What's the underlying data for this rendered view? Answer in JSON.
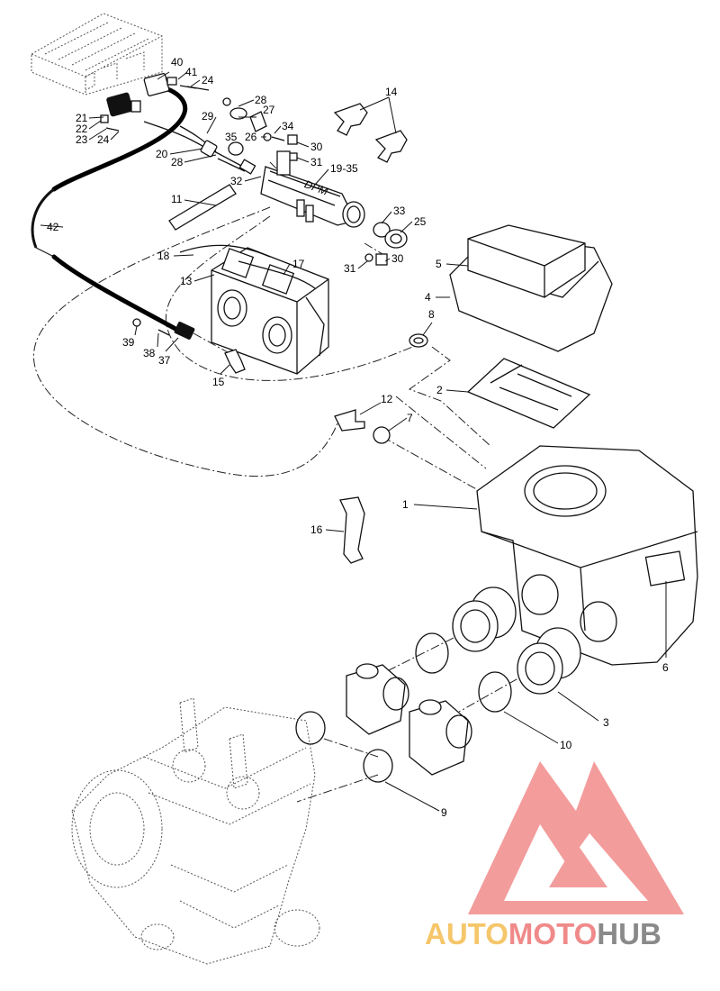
{
  "callouts": [
    {
      "id": "c40",
      "label": "40"
    },
    {
      "id": "c41",
      "label": "41"
    },
    {
      "id": "c24a",
      "label": "24"
    },
    {
      "id": "c28a",
      "label": "28"
    },
    {
      "id": "c27",
      "label": "27"
    },
    {
      "id": "c29",
      "label": "29"
    },
    {
      "id": "c34",
      "label": "34"
    },
    {
      "id": "c26",
      "label": "26"
    },
    {
      "id": "c35",
      "label": "35"
    },
    {
      "id": "c30a",
      "label": "30"
    },
    {
      "id": "c31a",
      "label": "31"
    },
    {
      "id": "c21",
      "label": "21"
    },
    {
      "id": "c22",
      "label": "22"
    },
    {
      "id": "c23",
      "label": "23"
    },
    {
      "id": "c24b",
      "label": "24"
    },
    {
      "id": "c20",
      "label": "20"
    },
    {
      "id": "c28b",
      "label": "28"
    },
    {
      "id": "c32",
      "label": "32"
    },
    {
      "id": "c1935",
      "label": "19-35"
    },
    {
      "id": "c14",
      "label": "14"
    },
    {
      "id": "c11",
      "label": "11"
    },
    {
      "id": "c33",
      "label": "33"
    },
    {
      "id": "c25",
      "label": "25"
    },
    {
      "id": "c42",
      "label": "42"
    },
    {
      "id": "c18",
      "label": "18"
    },
    {
      "id": "c17",
      "label": "17"
    },
    {
      "id": "c13",
      "label": "13"
    },
    {
      "id": "c31b",
      "label": "31"
    },
    {
      "id": "c30b",
      "label": "30"
    },
    {
      "id": "c5",
      "label": "5"
    },
    {
      "id": "c4",
      "label": "4"
    },
    {
      "id": "c8",
      "label": "8"
    },
    {
      "id": "c39",
      "label": "39"
    },
    {
      "id": "c38",
      "label": "38"
    },
    {
      "id": "c37",
      "label": "37"
    },
    {
      "id": "c15",
      "label": "15"
    },
    {
      "id": "c2",
      "label": "2"
    },
    {
      "id": "c12",
      "label": "12"
    },
    {
      "id": "c7",
      "label": "7"
    },
    {
      "id": "c1",
      "label": "1"
    },
    {
      "id": "c16",
      "label": "16"
    },
    {
      "id": "c6",
      "label": "6"
    },
    {
      "id": "c3",
      "label": "3"
    },
    {
      "id": "c10",
      "label": "10"
    },
    {
      "id": "c9",
      "label": "9"
    }
  ],
  "plate_text": "DPM",
  "watermark": {
    "part1": "AUTO",
    "part2": "MOTO",
    "part3": "HUB",
    "color_auto": "#f5c66a",
    "color_moto": "#f08a8a",
    "color_hub": "#8a8a8a",
    "triangle_color": "#f28b8b"
  }
}
